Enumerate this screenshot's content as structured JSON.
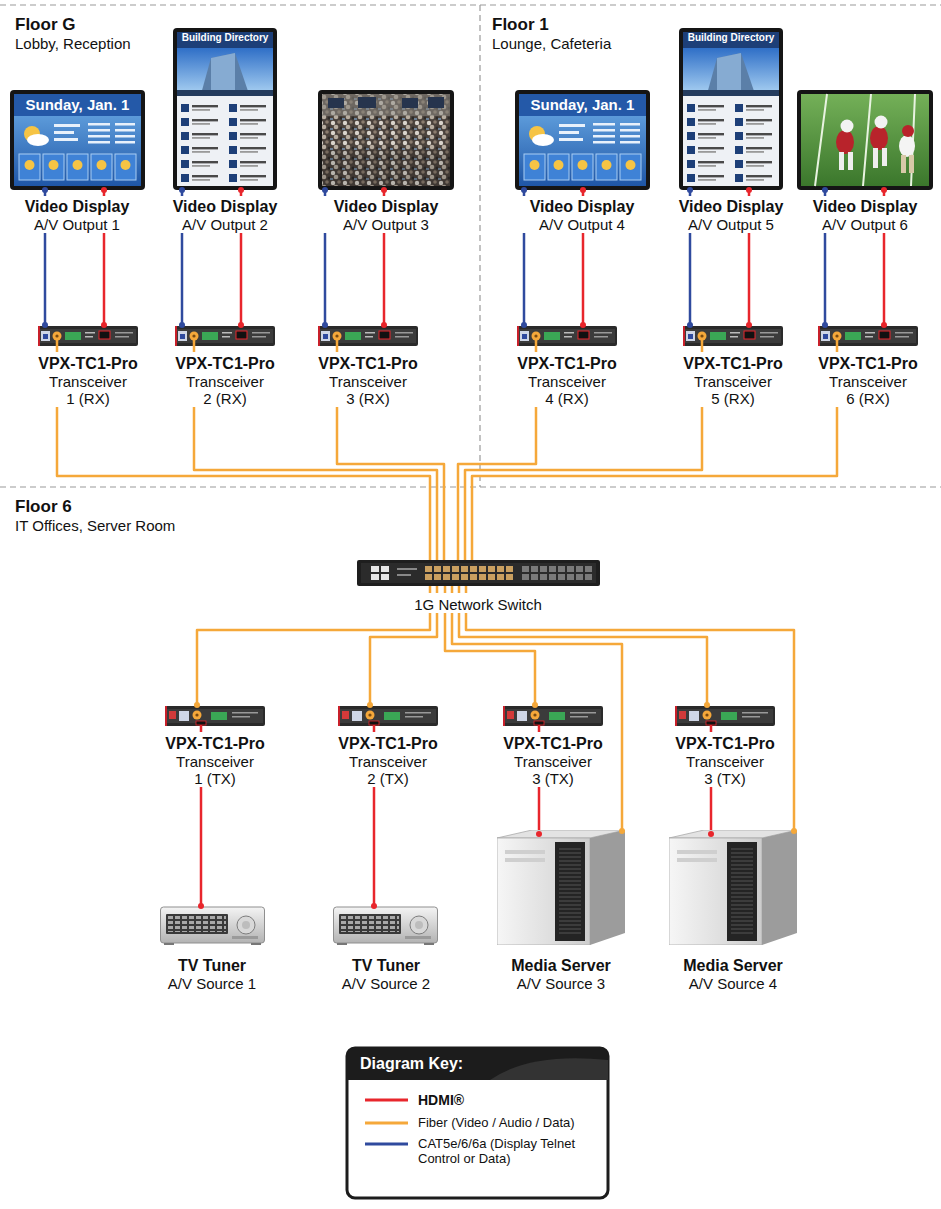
{
  "diagram": {
    "nodes": [
      {
        "text": [
          "Floor G",
          "Lobby, Reception"
        ]
      },
      {
        "text": [
          "Video Display",
          "A/V Output 1"
        ],
        "in": 0
      },
      {
        "text": [
          "Video Display",
          "A/V Output 2"
        ],
        "in": 0
      },
      {
        "text": [
          "Video Display",
          "A/V Output 3"
        ],
        "in": 0
      },
      {
        "text": [
          "VPX-TC1-Pro",
          "Transceiver 1 (RX)"
        ],
        "in": 0
      },
      {
        "text": [
          "VPX-TC1-Pro",
          "Transceiver 2 (RX)"
        ],
        "in": 0
      },
      {
        "text": [
          "VPX-TC1-Pro",
          "Transceiver 3 (RX)"
        ],
        "in": 0
      },
      {
        "text": [
          "Floor 1",
          "Lounge, Cafeteria"
        ]
      },
      {
        "text": [
          "Video Display",
          "A/V Output 4"
        ],
        "in": 7
      },
      {
        "text": [
          "Video Display",
          "A/V Output 5"
        ],
        "in": 7
      },
      {
        "text": [
          "Video Display",
          "A/V Output 6"
        ],
        "in": 7
      },
      {
        "text": [
          "VPX-TC1-Pro",
          "Transceiver 4 (RX)"
        ],
        "in": 7
      },
      {
        "text": [
          "VPX-TC1-Pro",
          "Transceiver 5 (RX)"
        ],
        "in": 7
      },
      {
        "text": [
          "VPX-TC1-Pro",
          "Transceiver 6 (RX)"
        ],
        "in": 7
      },
      {
        "text": [
          "Floor 6",
          "IT Offices, Server Room"
        ]
      },
      {
        "text": [
          "1G Network Switch"
        ],
        "in": 14
      },
      {
        "text": [
          "VPX-TC1-Pro",
          "Transceiver 1 (TX)"
        ],
        "in": 14
      },
      {
        "text": [
          "VPX-TC1-Pro",
          "Transceiver 2 (TX)"
        ],
        "in": 14
      },
      {
        "text": [
          "VPX-TC1-Pro",
          "Transceiver 3 (TX)"
        ],
        "in": 14
      },
      {
        "text": [
          "VPX-TC1-Pro",
          "Transceiver 3 (TX)"
        ],
        "in": 14
      },
      {
        "text": [
          "TV Tuner",
          "A/V Source 1"
        ],
        "in": 14
      },
      {
        "text": [
          "TV Tuner",
          "A/V Source 2"
        ],
        "in": 14
      },
      {
        "text": [
          "Media Server",
          "A/V Source 3"
        ],
        "in": 14
      },
      {
        "text": [
          "Media Server",
          "A/V Source 4"
        ],
        "in": 14
      }
    ],
    "edges": [
      {
        "from": 1,
        "to": 4,
        "arrow": "none"
      },
      {
        "from": 1,
        "to": 4,
        "arrow": "none"
      },
      {
        "from": 2,
        "to": 5,
        "arrow": "none"
      },
      {
        "from": 2,
        "to": 5,
        "arrow": "none"
      },
      {
        "from": 3,
        "to": 6,
        "arrow": "none"
      },
      {
        "from": 3,
        "to": 6,
        "arrow": "none"
      },
      {
        "from": 8,
        "to": 11,
        "arrow": "none"
      },
      {
        "from": 8,
        "to": 11,
        "arrow": "none"
      },
      {
        "from": 9,
        "to": 12,
        "arrow": "none"
      },
      {
        "from": 9,
        "to": 12,
        "arrow": "none"
      },
      {
        "from": 10,
        "to": 13,
        "arrow": "none"
      },
      {
        "from": 10,
        "to": 13,
        "arrow": "none"
      },
      {
        "from": 4,
        "to": 15,
        "arrow": "none"
      },
      {
        "from": 5,
        "to": 15,
        "arrow": "none"
      },
      {
        "from": 6,
        "to": 15,
        "arrow": "none"
      },
      {
        "from": 11,
        "to": 15,
        "arrow": "none"
      },
      {
        "from": 12,
        "to": 15,
        "arrow": "none"
      },
      {
        "from": 13,
        "to": 15,
        "arrow": "none"
      },
      {
        "from": 15,
        "to": 16,
        "arrow": "none"
      },
      {
        "from": 15,
        "to": 17,
        "arrow": "none"
      },
      {
        "from": 15,
        "to": 18,
        "arrow": "none"
      },
      {
        "from": 15,
        "to": 19,
        "arrow": "none"
      },
      {
        "from": 15,
        "to": 22,
        "arrow": "none"
      },
      {
        "from": 15,
        "to": 23,
        "arrow": "none"
      },
      {
        "from": 20,
        "to": 16,
        "arrow": "none"
      },
      {
        "from": 21,
        "to": 17,
        "arrow": "none"
      },
      {
        "from": 22,
        "to": 18,
        "arrow": "none"
      },
      {
        "from": 23,
        "to": 19,
        "arrow": "none"
      }
    ],
    "labels": [
      "Sunday, Jan. 1",
      "Building Directory",
      "Sunday, Jan. 1",
      "Building Directory",
      "Diagram Key:"
    ],
    "legend": [
      {
        "text": "HDMI®"
      },
      {
        "text": "Fiber (Video / Audio / Data)"
      },
      {
        "text": "CAT5e/6/6a (Display Telnet Control or Data)"
      }
    ]
  }
}
